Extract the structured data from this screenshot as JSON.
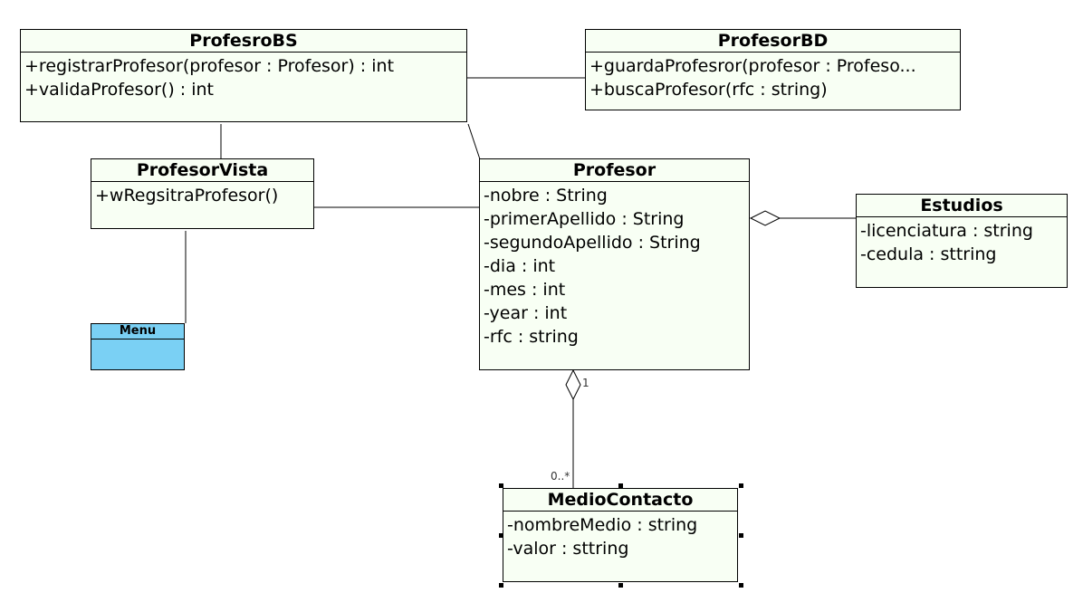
{
  "classes": {
    "profesrobs": {
      "name": "ProfesroBS",
      "members": [
        "+registrarProfesor(profesor : Profesor) : int",
        "+validaProfesor() : int"
      ]
    },
    "profesorbd": {
      "name": "ProfesorBD",
      "members": [
        "+guardaProfesror(profesor : Profeso...",
        "+buscaProfesor(rfc : string)"
      ]
    },
    "profesorvista": {
      "name": "ProfesorVista",
      "members": [
        "+wRegsitraProfesor()"
      ]
    },
    "profesor": {
      "name": "Profesor",
      "members": [
        "-nobre : String",
        "-primerApellido : String",
        "-segundoApellido : String",
        "-dia : int",
        "-mes : int",
        "-year : int",
        "-rfc : string"
      ]
    },
    "estudios": {
      "name": "Estudios",
      "members": [
        "-licenciatura : string",
        "-cedula : sttring"
      ]
    },
    "menu": {
      "name": "Menu",
      "members": []
    },
    "mediocontacto": {
      "name": "MedioContacto",
      "members": [
        "-nombreMedio : string",
        "-valor : sttring"
      ]
    }
  },
  "associations": {
    "profesor_mediocontacto": {
      "source_multiplicity": "1",
      "target_multiplicity": "0..*"
    }
  },
  "colors": {
    "class_fill": "#f8fff4",
    "menu_fill": "#7ad0f4",
    "line": "#000000"
  }
}
